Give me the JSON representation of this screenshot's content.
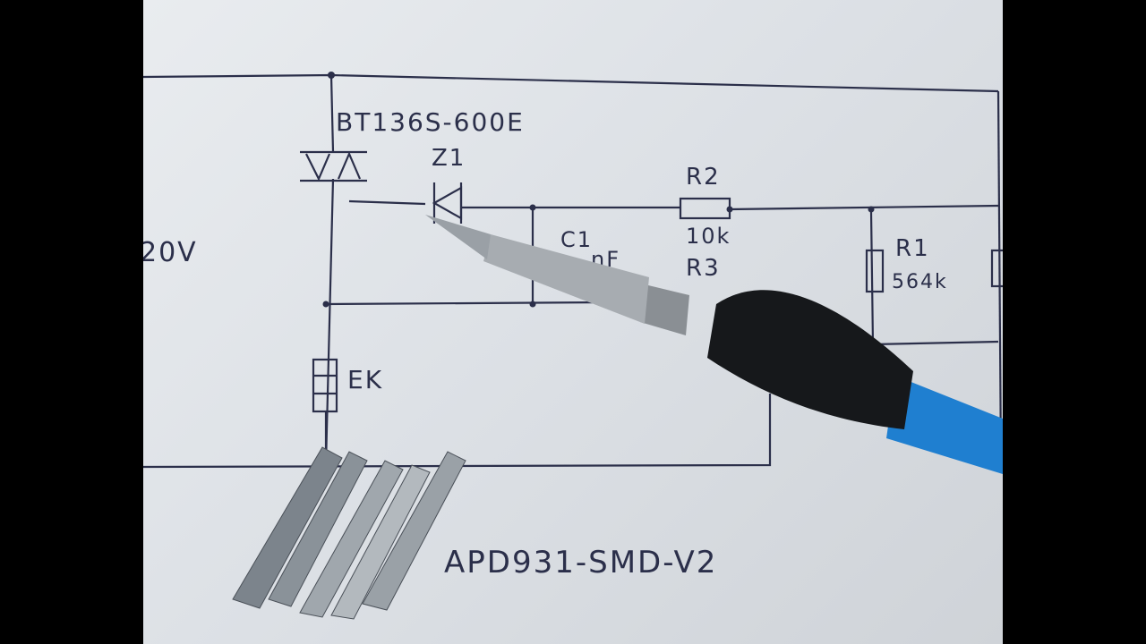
{
  "labels": {
    "triac": "BT136S-600E",
    "zener": "Z1",
    "r2": "R2",
    "r2_value": "10k",
    "c1": "C1",
    "c1_value": "nF",
    "r3": "R3",
    "r1": "R1",
    "r1_value": "564k",
    "voltage": "20V",
    "heater": "EK",
    "model": "APD931-SMD-V2"
  },
  "colors": {
    "paper": "#e4e7eb",
    "ink": "#2b2f4a",
    "handle_blue": "#1f7fd0",
    "handle_black": "#16181b",
    "metal": "#9aa0a6"
  }
}
